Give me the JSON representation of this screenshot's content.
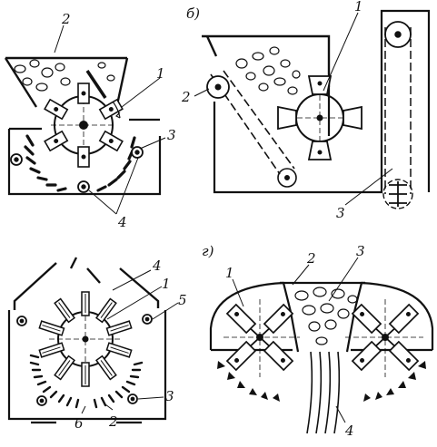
{
  "figure": {
    "panels": [
      {
        "id": "a",
        "letter": "",
        "callouts": [
          "2",
          "1",
          "3",
          "4"
        ]
      },
      {
        "id": "b",
        "letter": "б)",
        "callouts": [
          "1",
          "2",
          "3"
        ]
      },
      {
        "id": "v",
        "letter": "",
        "callouts": [
          "4",
          "1",
          "5",
          "3",
          "6",
          "2"
        ]
      },
      {
        "id": "g",
        "letter": "г)",
        "callouts": [
          "1",
          "2",
          "3",
          "4"
        ]
      }
    ]
  }
}
